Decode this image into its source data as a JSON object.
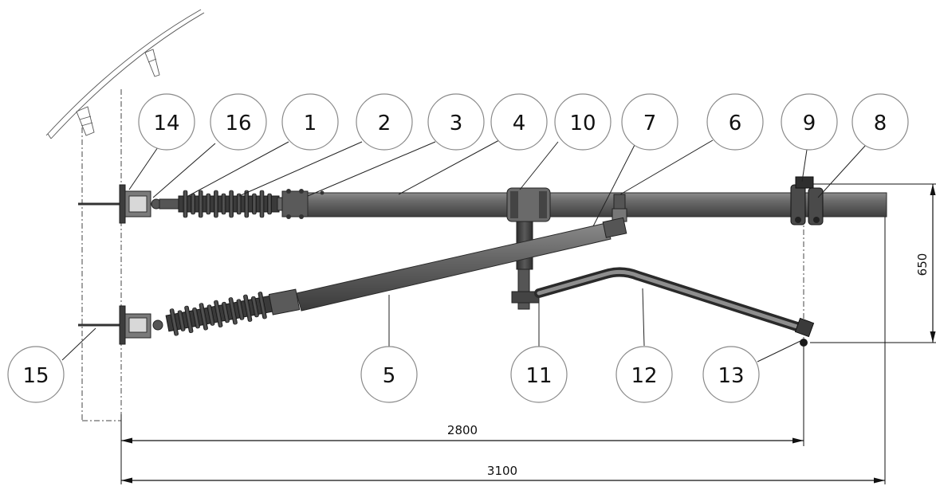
{
  "balloons": [
    {
      "id": "14",
      "label": "14"
    },
    {
      "id": "16",
      "label": "16"
    },
    {
      "id": "1",
      "label": "1"
    },
    {
      "id": "2",
      "label": "2"
    },
    {
      "id": "3",
      "label": "3"
    },
    {
      "id": "4",
      "label": "4"
    },
    {
      "id": "10",
      "label": "10"
    },
    {
      "id": "7",
      "label": "7"
    },
    {
      "id": "6",
      "label": "6"
    },
    {
      "id": "9",
      "label": "9"
    },
    {
      "id": "8",
      "label": "8"
    },
    {
      "id": "15",
      "label": "15"
    },
    {
      "id": "5",
      "label": "5"
    },
    {
      "id": "11",
      "label": "11"
    },
    {
      "id": "12",
      "label": "12"
    },
    {
      "id": "13",
      "label": "13"
    }
  ],
  "dimensions": {
    "horizontal_inner": "2800",
    "horizontal_outer": "3100",
    "vertical": "650"
  },
  "colors": {
    "tube": "#5e5e5e",
    "insulator": "#3a3a3a",
    "line": "#111111"
  }
}
